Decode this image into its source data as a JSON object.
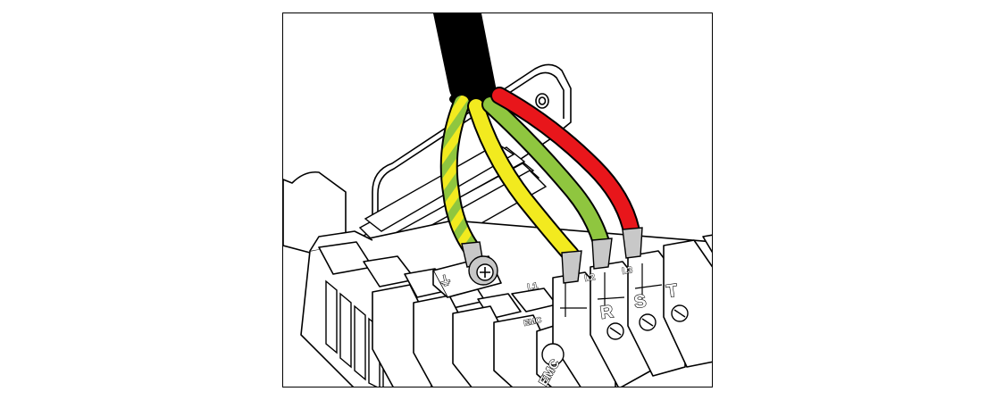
{
  "terminals": {
    "earth_symbol": "⏚",
    "r": "R",
    "s": "S",
    "t": "T",
    "emc_small": "EMC",
    "emc_large": "EMC",
    "l1_small": "L1",
    "l2_small": "L2",
    "l3_small": "L3"
  },
  "wires": [
    {
      "role": "protective-earth",
      "color": "#8fc63f",
      "stripe_color": "#f2ea1f"
    },
    {
      "role": "phase-r",
      "color": "#f2ea1f"
    },
    {
      "role": "phase-s",
      "color": "#8fc63f"
    },
    {
      "role": "phase-t",
      "color": "#e8161b"
    }
  ],
  "cable_jacket_color": "#000000"
}
